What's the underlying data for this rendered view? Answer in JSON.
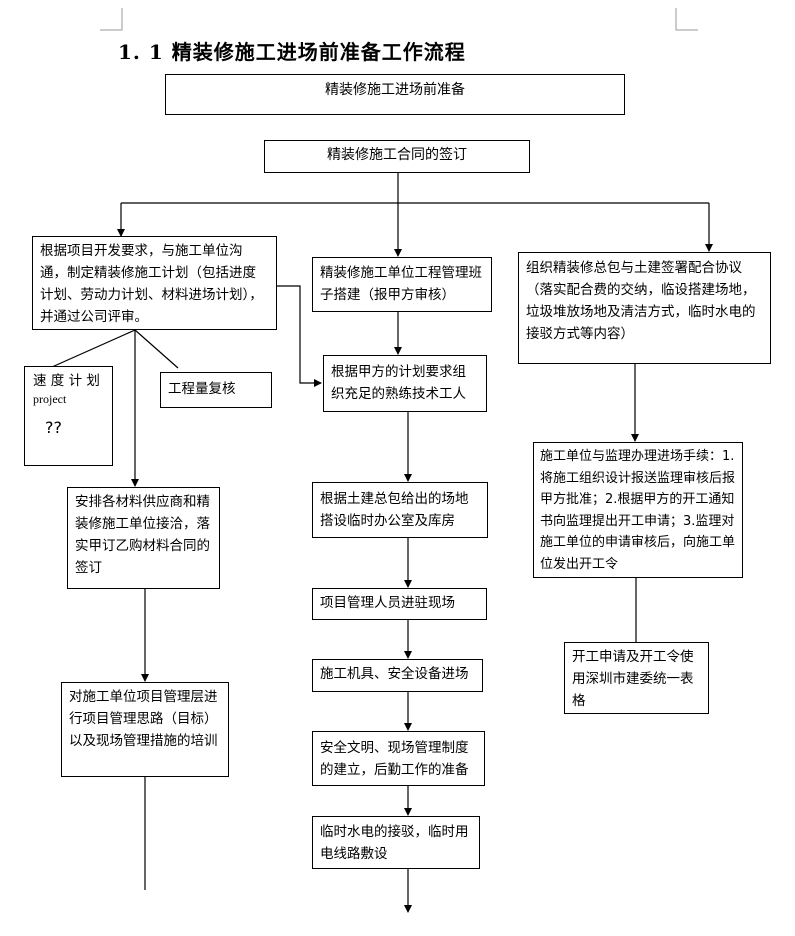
{
  "title": "1. 1  精装修施工进场前准备工作流程",
  "nodes": {
    "top": "精装修施工进场前准备",
    "contract": "精装修施工合同的签订",
    "left_plan": "根据项目开发要求，与施工单位沟通，制定精装修施工计划（包括进度计划、劳动力计划、材料进场计划），并通过公司评审。",
    "schedule_line1": "速 度 计 划",
    "schedule_line2": "project",
    "schedule_line3": "??",
    "quantity_check": "工程量复核",
    "material_supply": "安排各材料供应商和精装修施工单位接洽，落实甲订乙购材料合同的签订",
    "training": "对施工单位项目管理层进行项目管理思路（目标）以及现场管理措施的培训",
    "team_setup": "精装修施工单位工程管理班子搭建（报甲方审核）",
    "tech_workers": "根据甲方的计划要求组织充足的熟练技术工人",
    "temp_office": "根据土建总包给出的场地搭设临时办公室及库房",
    "staff_entry": "项目管理人员进驻现场",
    "machinery_entry": "施工机具、安全设备进场",
    "safety_system": "安全文明、现场管理制度的建立，后勤工作的准备",
    "utilities": "临时水电的接驳，临时用电线路敷设",
    "coordination": "组织精装修总包与土建签署配合协议（落实配合费的交纳，临设搭建场地，垃圾堆放场地及清洁方式，临时水电的接驳方式等内容）",
    "supervision": "施工单位与监理办理进场手续：1.将施工组织设计报送监理审核后报甲方批准；2.根据甲方的开工通知书向监理提出开工申请；3.监理对施工单位的申请审核后，向施工单位发出开工令",
    "form": "开工申请及开工令使用深圳市建委统一表格"
  }
}
